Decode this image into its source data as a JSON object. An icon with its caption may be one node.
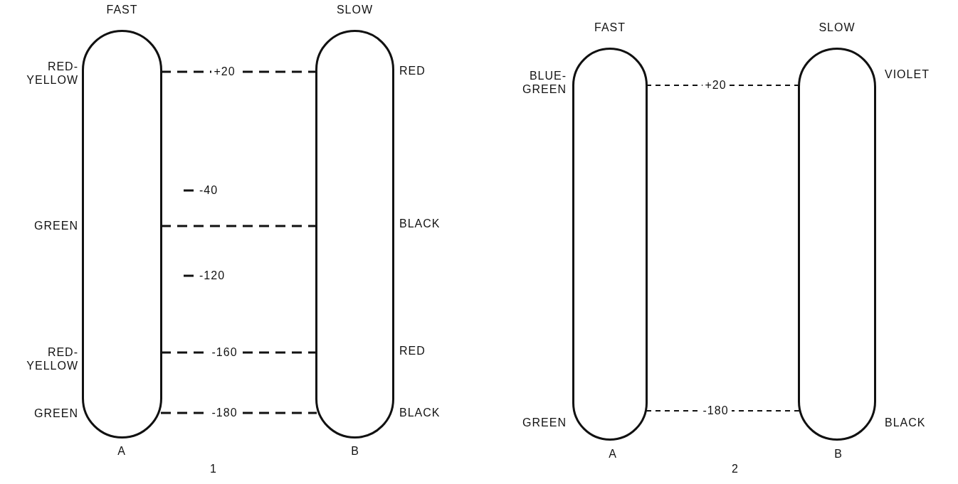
{
  "diagram": {
    "nodes": [
      {
        "text": [
          "FAST"
        ],
        "beside": [
          "RED-YELLOW",
          "GREEN",
          "RED-YELLOW",
          "GREEN",
          "A"
        ]
      },
      {
        "text": [
          "SLOW"
        ],
        "beside": [
          "RED",
          "BLACK",
          "RED",
          "BLACK",
          "B"
        ]
      },
      {
        "text": [
          "FAST"
        ],
        "beside": [
          "BLUE-GREEN",
          "GREEN",
          "A"
        ]
      },
      {
        "text": [
          "SLOW"
        ],
        "beside": [
          "VIOLET",
          "BLACK",
          "B"
        ]
      }
    ],
    "edges": [
      {
        "from": 0,
        "to": 1,
        "arrow": "none",
        "label": "+20",
        "style": "dashed"
      },
      {
        "from": 0,
        "to": 1,
        "arrow": "none",
        "style": "dashed"
      },
      {
        "from": 0,
        "to": 1,
        "arrow": "none",
        "label": "-160",
        "style": "dashed"
      },
      {
        "from": 0,
        "to": 1,
        "arrow": "none",
        "label": "-180",
        "style": "dashed"
      },
      {
        "from": 2,
        "to": 3,
        "arrow": "none",
        "label": "+20",
        "style": "dashed"
      },
      {
        "from": 2,
        "to": 3,
        "arrow": "none",
        "label": "-180",
        "style": "dashed"
      }
    ],
    "labels": [
      "-40",
      "-120",
      "1",
      "2"
    ]
  }
}
